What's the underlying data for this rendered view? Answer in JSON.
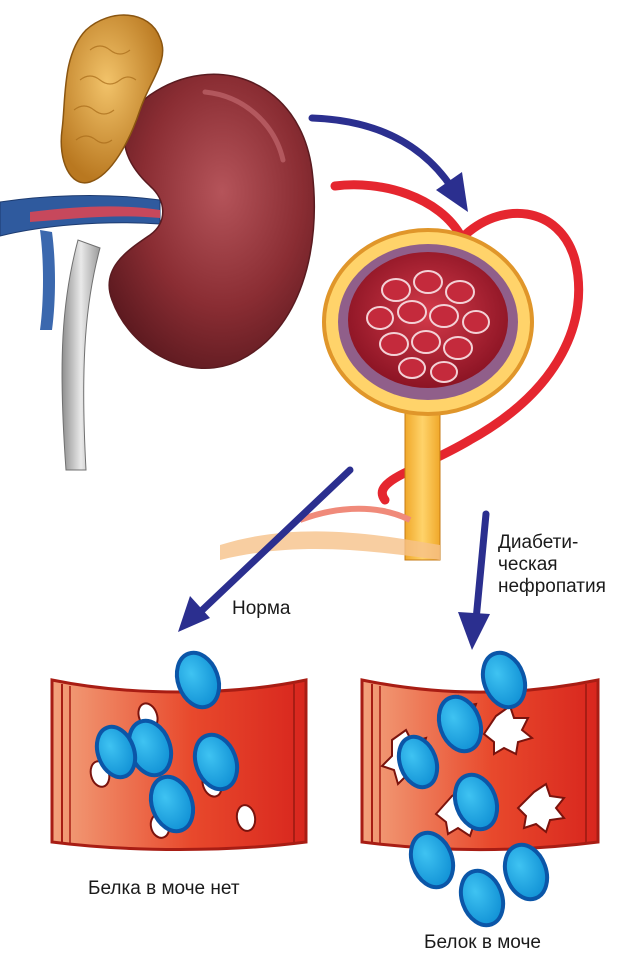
{
  "labels": {
    "normal": "Норма",
    "diabetic_line1": "Диабети-",
    "diabetic_line2": "ческая",
    "diabetic_line3": "нефропатия",
    "no_protein": "Белка в моче нет",
    "protein": "Белок в моче"
  },
  "icons": [
    "kidney",
    "adrenal-gland",
    "glomerulus",
    "vessel-wall-normal",
    "vessel-wall-damaged",
    "protein-molecule",
    "arrow"
  ],
  "colors": {
    "arrow": "#2b2f8f",
    "protein": "#1aa3e0",
    "protein_outline": "#0b56a8",
    "vessel_wall": "#e33a24",
    "vessel_wall_light": "#f4a07a",
    "kidney": "#8a2d33",
    "adrenal": "#d89a3a",
    "artery": "#e5262f"
  }
}
